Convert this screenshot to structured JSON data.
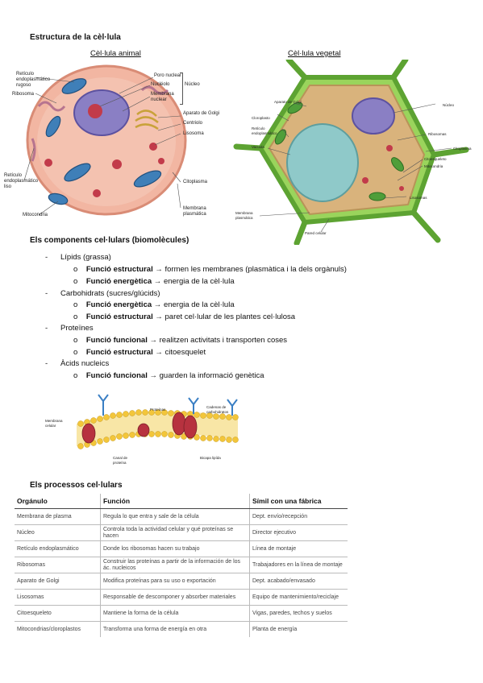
{
  "title": "Estructura de la cèl·lula",
  "animal": {
    "heading": "Cèl·lula animal",
    "labels": {
      "reticulo_rugoso": "Retículo\nendoplasmático\nrugoso",
      "ribosoma": "Ribosoma",
      "poro": "Poro nuclear",
      "nucleolo": "Nucléolo",
      "membrana_nuclear": "Membrana\nnuclear",
      "nucleo": "Núcleo",
      "golgi": "Aparato de Golgi",
      "centriolo": "Centriolo",
      "lisosoma": "Lisosoma",
      "reticulo_liso": "Retículo\nendoplasmático\nliso",
      "citoplasma": "Citoplasma",
      "mitocondria": "Mitocondria",
      "membrana_plasmatica": "Membrana\nplasmática"
    }
  },
  "plant": {
    "heading": "Cèl·lula vegetal",
    "labels": {
      "golgi": "Aparato de Golgi",
      "nucleo": "Núcleo",
      "cloroplasto": "Cloroplasto",
      "reticulo": "Retículo\nendoplasmático",
      "ribosomas": "Ribosomas",
      "vacuola": "Vacuola",
      "citoplasma": "Citoplasma",
      "citoesqueleto": "Citoesqueleto",
      "mitocondria": "Mitocondria",
      "lisosomas": "Lisosomas",
      "membrana": "Membrana\nplasmática",
      "pared": "Pared celular"
    }
  },
  "components": {
    "heading": "Els components cel·lulars (biomolècules)",
    "items": [
      {
        "term": "Lípids (grassa)"
      },
      {
        "bold": "Funció estructural",
        "rest": "formen les membranes (plasmàtica i la dels orgànuls)"
      },
      {
        "bold": "Funció energètica",
        "rest": "energia de la cèl·lula"
      },
      {
        "term": "Carbohidrats (sucres/glúcids)"
      },
      {
        "bold": "Funció energètica",
        "rest": "energia de la cèl·lula"
      },
      {
        "bold": "Funció estructural",
        "rest": "paret cel·lular de les plantes cel·lulosa"
      },
      {
        "term": "Proteïnes"
      },
      {
        "bold": "Funció funcional",
        "rest": "realitzen activitats i transporten coses"
      },
      {
        "bold": "Funció estructural",
        "rest": "citoesquelet"
      },
      {
        "term": "Àcids nucleics"
      },
      {
        "bold": "Funció funcional",
        "rest": "guarden la informació genètica"
      }
    ]
  },
  "membrane_labels": {
    "membrana": "Membrana\ncelular",
    "proteinas": "Proteínas",
    "cadenas": "Cadenas de\ncarbohidratos",
    "canal": "Canal de\nproteína",
    "bicapa": "Bicapa lipída"
  },
  "processes": {
    "heading": "Els processos cel·lulars",
    "columns": [
      "Orgánulo",
      "Función",
      "Símil con una fábrica"
    ],
    "rows": [
      [
        "Membrana de plasma",
        "Regula lo que entra y sale de la célula",
        "Dept. envío/recepción"
      ],
      [
        "Núcleo",
        "Controla toda la actividad celular y qué proteínas se hacen",
        "Director ejecutivo"
      ],
      [
        "Retículo endoplasmático",
        "Donde los ribosomas hacen su trabajo",
        "Línea de montaje"
      ],
      [
        "Ribosomas",
        "Construir las proteínas a partir de la información de los ác. nucleicos",
        "Trabajadores en la línea de montaje"
      ],
      [
        "Aparato de Golgi",
        "Modifica proteínas para su uso o exportación",
        "Dept. acabado/envasado"
      ],
      [
        "Lisosomas",
        "Responsable de descomponer y absorber materiales",
        "Equipo de mantenimiento/reciclaje"
      ],
      [
        "Citoesqueleto",
        "Mantiene la forma de la célula",
        "Vigas, paredes, techos y suelos"
      ],
      [
        "Mitocondrias/cloroplastos",
        "Transforma una forma de energía en otra",
        "Planta de energía"
      ]
    ]
  },
  "colors": {
    "cell_fill": "#f2b6a2",
    "nucleus": "#8a7fc4",
    "mitochondria": "#3f7fb8",
    "plant_wall": "#7cc04a",
    "vacuole": "#8fc9c9",
    "membrane_head": "#f3c63a"
  }
}
